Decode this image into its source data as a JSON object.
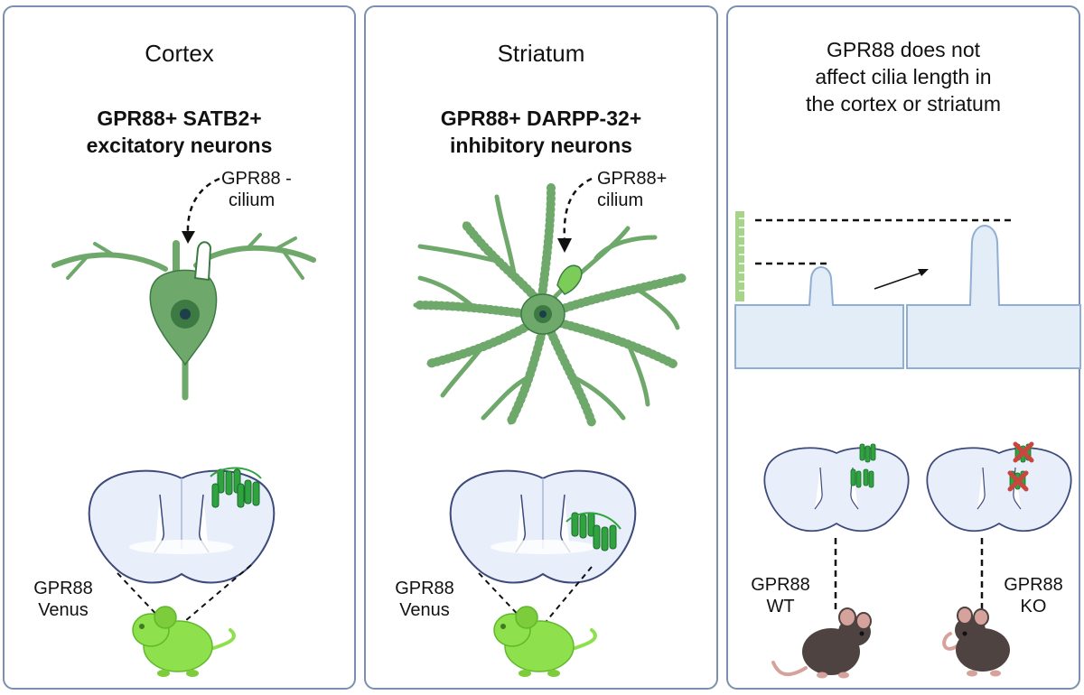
{
  "panels": [
    {
      "title": "Cortex",
      "subtitle_line1": "GPR88+ SATB2+",
      "subtitle_line2": "excitatory neurons",
      "cilium_label_line1": "GPR88 -",
      "cilium_label_line2": "cilium",
      "mouse_label_line1": "GPR88",
      "mouse_label_line2": "Venus"
    },
    {
      "title": "Striatum",
      "subtitle_line1": "GPR88+ DARPP-32+",
      "subtitle_line2": "inhibitory neurons",
      "cilium_label_line1": "GPR88+",
      "cilium_label_line2": "cilium",
      "mouse_label_line1": "GPR88",
      "mouse_label_line2": "Venus"
    },
    {
      "title_line1": "GPR88 does not",
      "title_line2": "affect cilia length in",
      "title_line3": "the cortex or striatum",
      "wt_label_line1": "GPR88",
      "wt_label_line2": "WT",
      "ko_label_line1": "GPR88",
      "ko_label_line2": "KO"
    }
  ],
  "colors": {
    "panel_border": "#7d8fae",
    "neuron_green": "#6fa86b",
    "neuron_dark": "#3d7a43",
    "venus_green": "#8ee04c",
    "receptor_green": "#2ea33f",
    "brain_fill": "#e8eefa",
    "brain_outline": "#3d4a7a",
    "membrane_fill": "#e3edf8",
    "membrane_outline": "#90aed2",
    "mouse_dark": "#4e4340",
    "mouse_pink": "#d6a39c",
    "ko_red": "#c8463f"
  },
  "icons": {
    "neuron": "pyramidal-neuron-icon",
    "msn": "medium-spiny-neuron-icon",
    "brain": "brain-coronal-section-icon",
    "mouse": "mouse-icon",
    "receptor": "gpcr-receptor-icon",
    "cross": "red-cross-icon"
  }
}
